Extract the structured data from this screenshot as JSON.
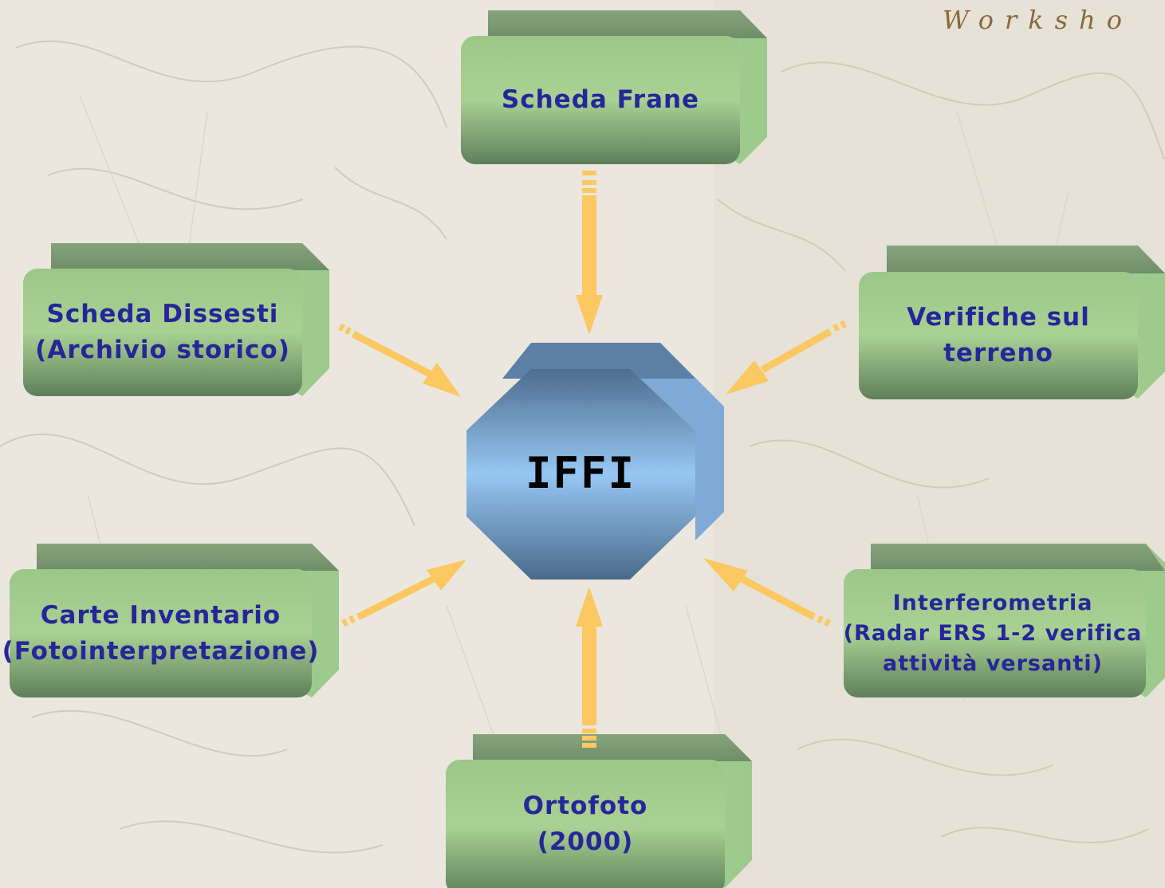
{
  "header": {
    "workshop_label": "Worksho"
  },
  "hub": {
    "label": "IFFI"
  },
  "sources": [
    {
      "id": "scheda-frane",
      "lines": [
        "Scheda Frane"
      ]
    },
    {
      "id": "scheda-dissesti",
      "lines": [
        "Scheda Dissesti",
        "(Archivio storico)"
      ]
    },
    {
      "id": "verifiche-terreno",
      "lines": [
        "Verifiche sul",
        "terreno"
      ]
    },
    {
      "id": "carte-inventario",
      "lines": [
        "Carte Inventario",
        "(Fotointerpretazione)"
      ]
    },
    {
      "id": "interferometria",
      "lines": [
        "Interferometria",
        "(Radar ERS 1-2 verifica",
        "attività versanti)"
      ]
    },
    {
      "id": "ortofoto",
      "lines": [
        "Ortofoto",
        "(2000)"
      ]
    }
  ],
  "colors": {
    "box_green_top": "#7a9a72",
    "box_green_face": "#a5c98f",
    "box_green_side": "#a8d49a",
    "text_blue": "#26269a",
    "hub_blue": "#8fc2ee",
    "arrow_orange": "#fbc862"
  }
}
